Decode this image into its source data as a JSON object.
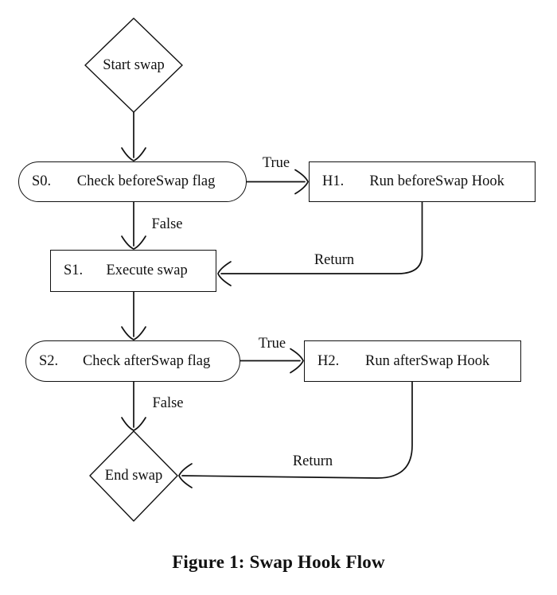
{
  "figure": {
    "caption": "Figure 1: Swap Hook Flow"
  },
  "nodes": {
    "start": {
      "label": "Start swap",
      "shape": "diamond"
    },
    "s0": {
      "id": "S0.",
      "label": "Check beforeSwap flag",
      "shape": "stadium"
    },
    "h1": {
      "id": "H1.",
      "label": "Run beforeSwap Hook",
      "shape": "rect"
    },
    "s1": {
      "id": "S1.",
      "label": "Execute swap",
      "shape": "rect"
    },
    "s2": {
      "id": "S2.",
      "label": "Check afterSwap flag",
      "shape": "stadium"
    },
    "h2": {
      "id": "H2.",
      "label": "Run afterSwap Hook",
      "shape": "rect"
    },
    "end": {
      "label": "End swap",
      "shape": "diamond"
    }
  },
  "edges": [
    {
      "from": "start",
      "to": "s0",
      "label": ""
    },
    {
      "from": "s0",
      "to": "h1",
      "label": "True"
    },
    {
      "from": "s0",
      "to": "s1",
      "label": "False"
    },
    {
      "from": "h1",
      "to": "s1",
      "label": "Return"
    },
    {
      "from": "s1",
      "to": "s2",
      "label": ""
    },
    {
      "from": "s2",
      "to": "h2",
      "label": "True"
    },
    {
      "from": "s2",
      "to": "end",
      "label": "False"
    },
    {
      "from": "h2",
      "to": "end",
      "label": "Return"
    }
  ],
  "colors": {
    "ink": "#111111",
    "background": "#ffffff"
  }
}
